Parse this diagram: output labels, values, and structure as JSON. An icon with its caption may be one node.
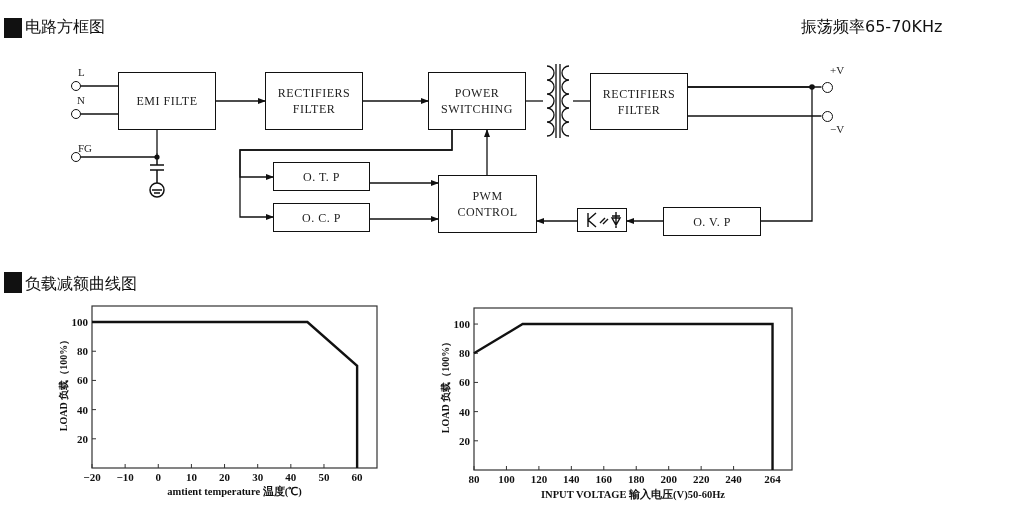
{
  "diagram": {
    "title": "电路方框图",
    "nodes": [
      {
        "text": [
          "L"
        ]
      },
      {
        "text": [
          "N"
        ]
      },
      {
        "text": [
          "FG"
        ]
      },
      {
        "text": [
          "EMI FILTE"
        ]
      },
      {
        "text": [
          "RECTIFIERS FILTER"
        ]
      },
      {
        "text": [
          "POWER SWITCHING"
        ]
      },
      {
        "text": [],
        "shape": "transformer"
      },
      {
        "text": [
          "RECTIFIERS FILTER"
        ]
      },
      {
        "text": [
          "+V"
        ]
      },
      {
        "text": [
          "−V"
        ]
      },
      {
        "text": [
          "O. T. P"
        ]
      },
      {
        "text": [
          "O. C. P"
        ]
      },
      {
        "text": [
          "PWM CONTROL"
        ]
      },
      {
        "text": [],
        "shape": "box"
      },
      {
        "text": [
          "O. V. P"
        ]
      },
      {
        "text": [],
        "shape": "ground"
      }
    ],
    "edges": [
      {
        "from": 0,
        "to": 3,
        "arrow": "none"
      },
      {
        "from": 1,
        "to": 3,
        "arrow": "none"
      },
      {
        "from": 2,
        "to": 15,
        "arrow": "none"
      },
      {
        "from": 3,
        "to": 15,
        "arrow": "none"
      },
      {
        "from": 3,
        "to": 4,
        "arrow": "to"
      },
      {
        "from": 4,
        "to": 5,
        "arrow": "to"
      },
      {
        "from": 5,
        "to": 6,
        "arrow": "none"
      },
      {
        "from": 6,
        "to": 7,
        "arrow": "none"
      },
      {
        "from": 7,
        "to": 8,
        "arrow": "none"
      },
      {
        "from": 7,
        "to": 9,
        "arrow": "none"
      },
      {
        "from": 5,
        "to": 10,
        "arrow": "to"
      },
      {
        "from": 5,
        "to": 11,
        "arrow": "to"
      },
      {
        "from": 10,
        "to": 12,
        "arrow": "to"
      },
      {
        "from": 11,
        "to": 12,
        "arrow": "to"
      },
      {
        "from": 12,
        "to": 5,
        "arrow": "to"
      },
      {
        "from": 7,
        "to": 14,
        "arrow": "none"
      },
      {
        "from": 14,
        "to": 13,
        "arrow": "to"
      },
      {
        "from": 13,
        "to": 12,
        "arrow": "to"
      }
    ],
    "labels": [
      "振荡频率65-70KHz",
      "负载减额曲线图"
    ],
    "chart_data": [
      {
        "type": "line",
        "xlabel": "amtient temperature 温度(℃)",
        "ylabel": "LOAD 负载（100%）",
        "x": [
          -20,
          45,
          60,
          60
        ],
        "series": [
          {
            "values": [
              100,
              100,
              70,
              0
            ]
          }
        ],
        "xlim": [
          -20,
          66
        ],
        "ylim": [
          0,
          111
        ],
        "xticks": [
          -20,
          -10,
          0,
          10,
          20,
          30,
          40,
          50,
          60
        ],
        "yticks": [
          20,
          40,
          60,
          80,
          100
        ]
      },
      {
        "type": "line",
        "xlabel": "INPUT VOLTAGE 输入电压(V)50-60Hz",
        "ylabel": "LOAD 负载（100%）",
        "x": [
          80,
          110,
          264,
          264
        ],
        "series": [
          {
            "values": [
              80,
              100,
              100,
              0
            ]
          }
        ],
        "xlim": [
          80,
          276
        ],
        "ylim": [
          0,
          111
        ],
        "xticks": [
          80,
          100,
          120,
          140,
          160,
          180,
          200,
          220,
          240,
          264
        ],
        "yticks": [
          20,
          40,
          60,
          80,
          100
        ]
      }
    ]
  }
}
